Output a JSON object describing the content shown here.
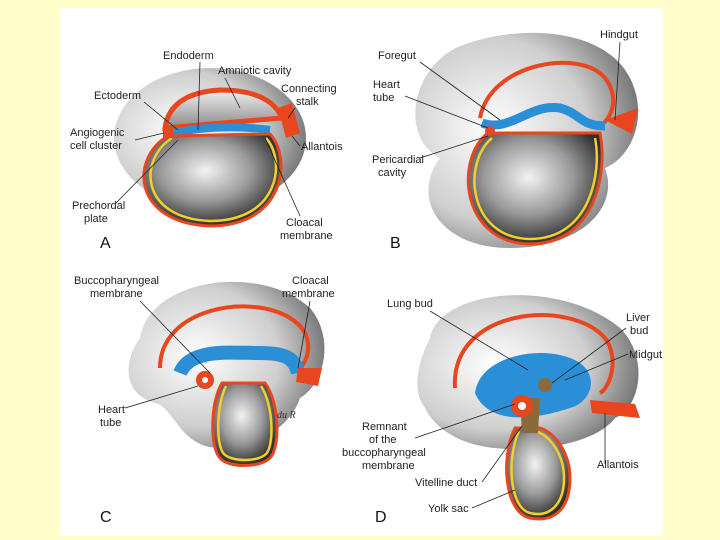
{
  "panels": {
    "a": {
      "letter": "A",
      "labels": {
        "endoderm": "Endoderm",
        "amniotic_cavity": "Amniotic cavity",
        "ectoderm": "Ectoderm",
        "connecting_stalk_1": "Connecting",
        "connecting_stalk_2": "stalk",
        "angiogenic_1": "Angiogenic",
        "angiogenic_2": "cell cluster",
        "allantois": "Allantois",
        "prechordal_1": "Prechordal",
        "prechordal_2": "plate",
        "cloacal_1": "Cloacal",
        "cloacal_2": "membrane"
      }
    },
    "b": {
      "letter": "B",
      "labels": {
        "hindgut": "Hindgut",
        "foregut": "Foregut",
        "heart_tube_1": "Heart",
        "heart_tube_2": "tube",
        "pericardial_1": "Pericardial",
        "pericardial_2": "cavity"
      }
    },
    "c": {
      "letter": "C",
      "signature": "du R",
      "labels": {
        "bucco_1": "Buccopharyngeal",
        "bucco_2": "membrane",
        "cloacal_1": "Cloacal",
        "cloacal_2": "membrane",
        "heart_tube_1": "Heart",
        "heart_tube_2": "tube"
      }
    },
    "d": {
      "letter": "D",
      "labels": {
        "lung_bud": "Lung bud",
        "liver_bud_1": "Liver",
        "liver_bud_2": "bud",
        "midgut": "Midgut",
        "remnant_1": "Remnant",
        "remnant_2": "of the",
        "remnant_3": "buccopharyngeal",
        "remnant_4": "membrane",
        "allantois": "Allantois",
        "vitelline_duct": "Vitelline duct",
        "yolk_sac": "Yolk sac"
      }
    }
  },
  "colors": {
    "background": "#ffffcc",
    "ectoderm": "#e8461e",
    "endoderm": "#2a8fd6",
    "yolk_lining": "#f2d027",
    "yolk_fill": "#8a8a8a",
    "shell": "#cfcfcf"
  }
}
